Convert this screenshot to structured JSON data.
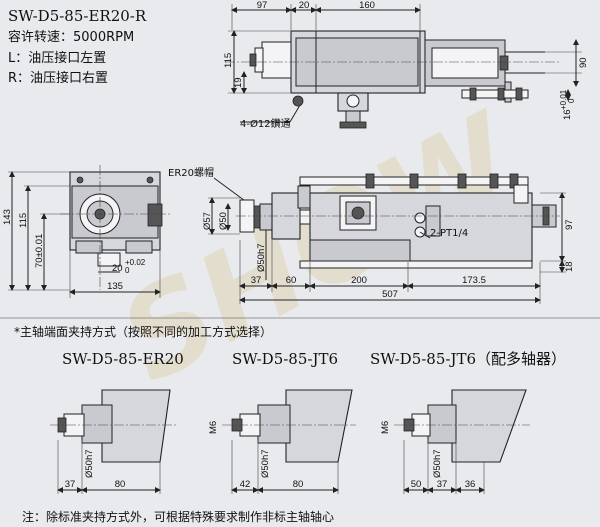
{
  "header": {
    "model": "SW-D5-85-ER20-R",
    "speed": "容许转速：5000RPM",
    "left_port": "L：油压接口左置",
    "right_port": "R：油压接口右置"
  },
  "top_view": {
    "dim_97": "97",
    "dim_20": "20",
    "dim_160": "160",
    "dim_115": "115",
    "dim_19": "19",
    "dim_90": "90",
    "dim_tol": "16",
    "tol_hi": "+0.01",
    "tol_lo": "0",
    "hole_note": "4-Ø12鑽通"
  },
  "front_view": {
    "dim_143": "143",
    "dim_115": "115",
    "dim_70": "70±0.01",
    "dim_20": "20",
    "dim_20_tol_hi": "+0.02",
    "dim_20_tol_lo": "0",
    "dim_135": "135"
  },
  "side_view": {
    "nut_label": "ER20螺帽",
    "dim_57": "Ø57",
    "dim_50": "Ø50",
    "dim_50h7": "Ø50h7",
    "dim_37": "37",
    "dim_60": "60",
    "dim_200": "200",
    "dim_173": "173.5",
    "dim_507": "507",
    "dim_97": "97",
    "dim_18": "18",
    "port_note": "2-PT1/4"
  },
  "section_title": "*主轴端面夹持方式（按照不同的加工方式选择）",
  "variants": [
    {
      "name": "SW-D5-85-ER20",
      "dims": [
        "37",
        "80"
      ],
      "dia": "Ø50h7",
      "m": ""
    },
    {
      "name": "SW-D5-85-JT6",
      "dims": [
        "42",
        "80"
      ],
      "dia": "Ø50h7",
      "m": "M6"
    },
    {
      "name": "SW-D5-85-JT6（配多轴器）",
      "dims": [
        "50",
        "37",
        "36"
      ],
      "dia": "Ø50h7",
      "m": "M6"
    }
  ],
  "footer_note": "注：除标准夹持方式外，可根据特殊要求制作非标主轴轴心",
  "watermark": "SHOW"
}
